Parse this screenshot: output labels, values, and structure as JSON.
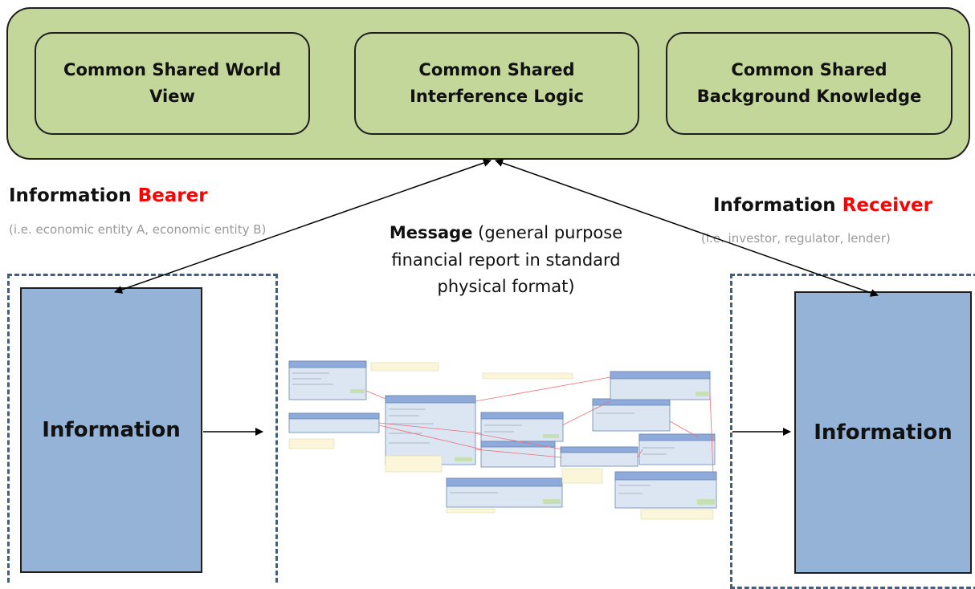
{
  "shared": {
    "world_view": "Common Shared World View",
    "inference_logic": "Common Shared Interference Logic",
    "background_knowledge": "Common Shared Background Knowledge"
  },
  "bearer": {
    "title_prefix": "Information ",
    "title_accent": "Bearer",
    "subtitle": "(i.e. economic entity A, economic entity B)",
    "box_label": "Information"
  },
  "receiver": {
    "title_prefix": "Information ",
    "title_accent": "Receiver",
    "subtitle": "(i.e. investor, regulator, lender)",
    "box_label": "Information"
  },
  "message": {
    "bold": "Message",
    "text": " (general purpose financial report in standard physical format)"
  },
  "colors": {
    "panel_fill": "#c4d79b",
    "info_fill": "#95b3d7",
    "accent": "#ff0000",
    "dashed_border": "#3f5f86"
  }
}
